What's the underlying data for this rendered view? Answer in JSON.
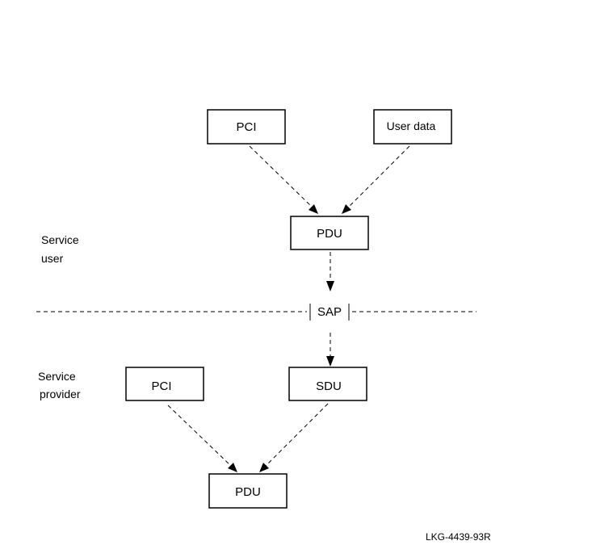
{
  "diagram": {
    "upper": {
      "pci_label": "PCI",
      "user_data_label": "User data",
      "pdu_label": "PDU"
    },
    "sap_label": "SAP",
    "lower": {
      "pci_label": "PCI",
      "sdu_label": "SDU",
      "pdu_label": "PDU"
    },
    "side_labels": {
      "service_user_line1": "Service",
      "service_user_line2": "user",
      "service_provider_line1": "Service",
      "service_provider_line2": "provider"
    },
    "figure_id": "LKG-4439-93R"
  }
}
